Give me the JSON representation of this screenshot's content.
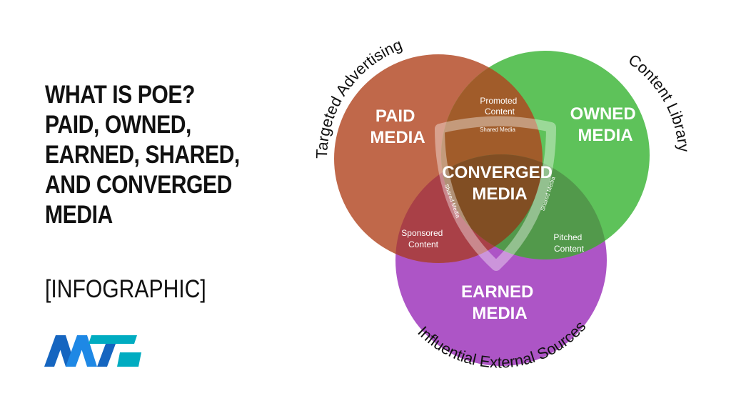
{
  "title_lines": [
    "WHAT IS POE?",
    "PAID, OWNED,",
    "EARNED, SHARED,",
    "AND CONVERGED",
    "MEDIA"
  ],
  "tag": "[INFOGRAPHIC]",
  "logo": {
    "name": "martech-zone-logo",
    "colors": [
      "#1565c0",
      "#1e88e5",
      "#00acc1"
    ]
  },
  "colors": {
    "paid": "#c0684a",
    "owned": "#5ec25a",
    "earned": "#ad55c6",
    "promoted": "#a15c2a",
    "sponsored": "#a94047",
    "pitched": "#52994b",
    "converged": "#814e23",
    "shared_band": "#ffffff"
  },
  "diagram": {
    "paid": [
      "PAID",
      "MEDIA"
    ],
    "owned": [
      "OWNED",
      "MEDIA"
    ],
    "earned": [
      "EARNED",
      "MEDIA"
    ],
    "converged": [
      "CONVERGED",
      "MEDIA"
    ],
    "promoted": [
      "Promoted",
      "Content"
    ],
    "sponsored": [
      "Sponsored",
      "Content"
    ],
    "pitched": [
      "Pitched",
      "Content"
    ],
    "shared_top": "Shared Media",
    "shared_left": "Shared Media",
    "shared_right": "Shared Media",
    "arc_paid": "Targeted Advertising",
    "arc_owned": "Content Library",
    "arc_earned": "Influential External Sources"
  }
}
